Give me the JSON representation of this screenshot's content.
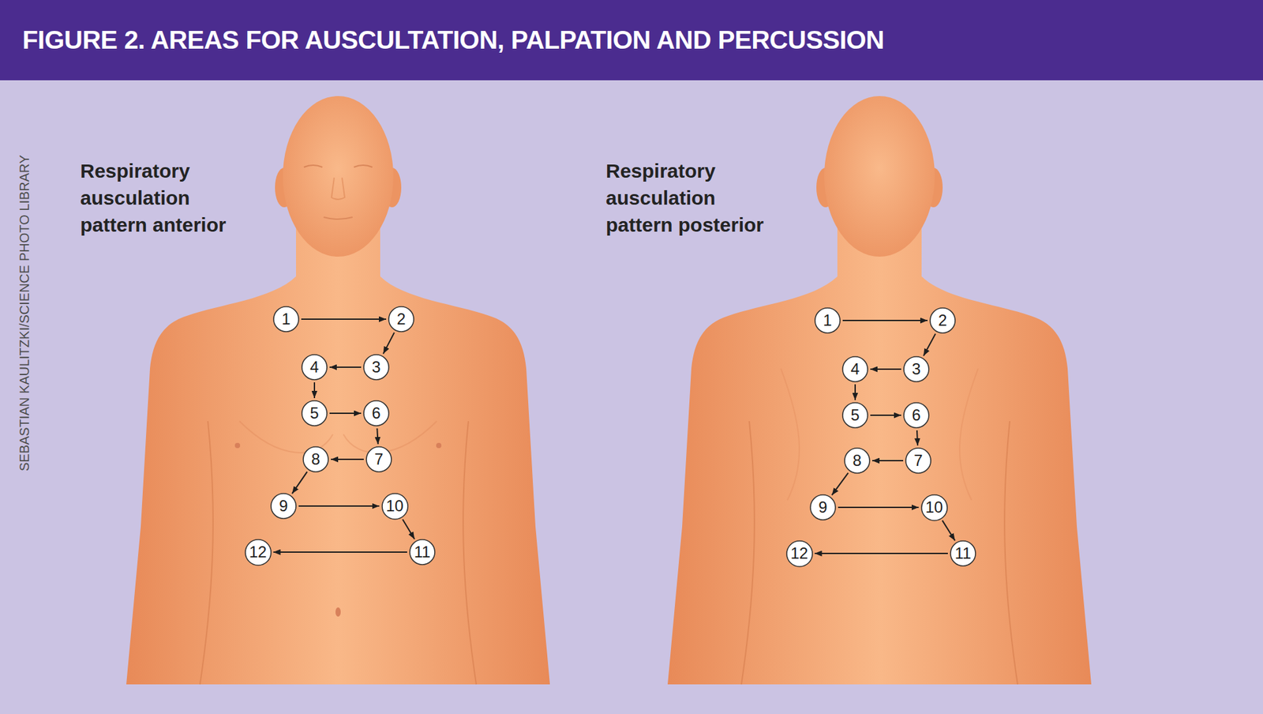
{
  "diagram": {
    "title": "FIGURE 2. AREAS FOR AUSCULTATION, PALPATION AND PERCUSSION",
    "nodes": [
      {
        "text": [
          "1"
        ]
      },
      {
        "text": [
          "2"
        ]
      },
      {
        "text": [
          "3"
        ]
      },
      {
        "text": [
          "4"
        ]
      },
      {
        "text": [
          "5"
        ]
      },
      {
        "text": [
          "6"
        ]
      },
      {
        "text": [
          "7"
        ]
      },
      {
        "text": [
          "8"
        ]
      },
      {
        "text": [
          "9"
        ]
      },
      {
        "text": [
          "10"
        ]
      },
      {
        "text": [
          "11"
        ]
      },
      {
        "text": [
          "12"
        ]
      },
      {
        "text": [
          "1"
        ]
      },
      {
        "text": [
          "2"
        ]
      },
      {
        "text": [
          "3"
        ]
      },
      {
        "text": [
          "4"
        ]
      },
      {
        "text": [
          "5"
        ]
      },
      {
        "text": [
          "6"
        ]
      },
      {
        "text": [
          "7"
        ]
      },
      {
        "text": [
          "8"
        ]
      },
      {
        "text": [
          "9"
        ]
      },
      {
        "text": [
          "10"
        ]
      },
      {
        "text": [
          "11"
        ]
      },
      {
        "text": [
          "12"
        ]
      }
    ],
    "edges": [
      {
        "from": 0,
        "to": 1,
        "arrow": "to"
      },
      {
        "from": 1,
        "to": 2,
        "arrow": "to"
      },
      {
        "from": 2,
        "to": 3,
        "arrow": "to"
      },
      {
        "from": 3,
        "to": 4,
        "arrow": "to"
      },
      {
        "from": 4,
        "to": 5,
        "arrow": "to"
      },
      {
        "from": 5,
        "to": 6,
        "arrow": "to"
      },
      {
        "from": 6,
        "to": 7,
        "arrow": "to"
      },
      {
        "from": 7,
        "to": 8,
        "arrow": "to"
      },
      {
        "from": 8,
        "to": 9,
        "arrow": "to"
      },
      {
        "from": 9,
        "to": 10,
        "arrow": "to"
      },
      {
        "from": 10,
        "to": 11,
        "arrow": "to"
      },
      {
        "from": 12,
        "to": 13,
        "arrow": "to"
      },
      {
        "from": 13,
        "to": 14,
        "arrow": "to"
      },
      {
        "from": 14,
        "to": 15,
        "arrow": "to"
      },
      {
        "from": 15,
        "to": 16,
        "arrow": "to"
      },
      {
        "from": 16,
        "to": 17,
        "arrow": "to"
      },
      {
        "from": 17,
        "to": 18,
        "arrow": "to"
      },
      {
        "from": 18,
        "to": 19,
        "arrow": "to"
      },
      {
        "from": 19,
        "to": 20,
        "arrow": "to"
      },
      {
        "from": 20,
        "to": 21,
        "arrow": "to"
      },
      {
        "from": 21,
        "to": 22,
        "arrow": "to"
      },
      {
        "from": 22,
        "to": 23,
        "arrow": "to"
      }
    ],
    "labels": [
      "SEBASTIAN KAULITZKI/SCIENCE PHOTO LIBRARY",
      "Respiratory ausculation pattern anterior",
      "Respiratory ausculation pattern posterior"
    ]
  }
}
